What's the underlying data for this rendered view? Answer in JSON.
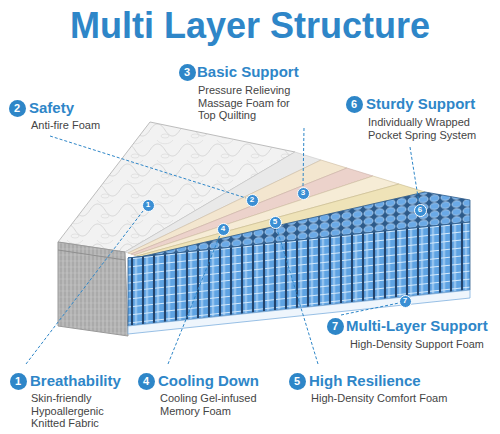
{
  "diagram": {
    "title": "Multi Layer Structure",
    "labels": [
      "3",
      "Basic Support",
      "Pressure Relieving Massage Foam for Top Quilting",
      "2",
      "Safety",
      "Anti-fire Foam",
      "6",
      "Sturdy Support",
      "Individually Wrapped Pocket Spring System",
      "1",
      "2",
      "3",
      "4",
      "5",
      "6",
      "7",
      "7",
      "Multi-Layer Support",
      "High-Density Support Foam",
      "1",
      "Breathability",
      "Skin-friendly Hypoallergenic Knitted Fabric",
      "4",
      "Cooling Down",
      "Cooling Gel-infused Memory Foam",
      "5",
      "High Resilience",
      "High-Density Comfort Foam"
    ]
  }
}
